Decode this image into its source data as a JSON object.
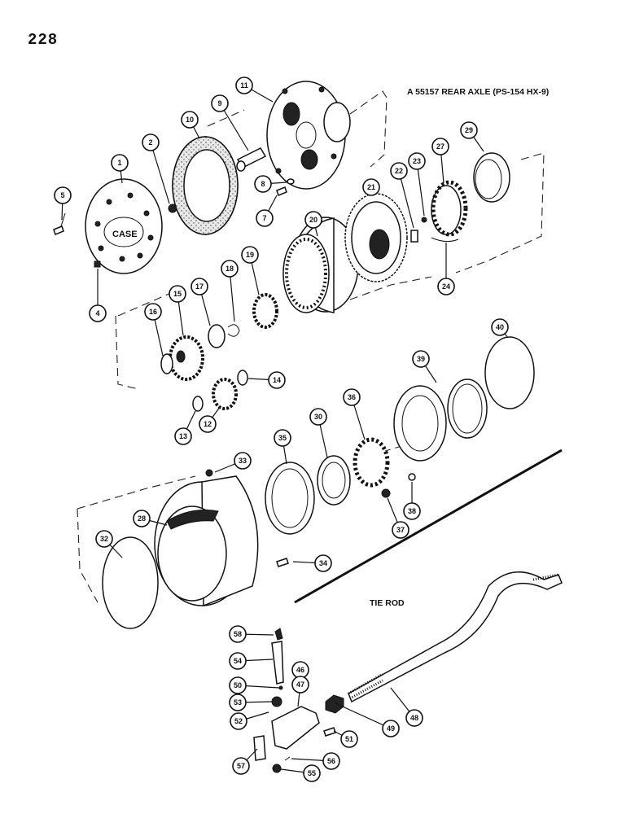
{
  "page_number": "228",
  "section_title": "A 55157 REAR AXLE (PS-154 HX-9)",
  "tie_rod_title": "TIE ROD",
  "hub_logo": "CASE",
  "callouts": [
    "1",
    "2",
    "4",
    "5",
    "7",
    "8",
    "9",
    "10",
    "11",
    "12",
    "13",
    "14",
    "15",
    "16",
    "17",
    "18",
    "19",
    "20",
    "21",
    "22",
    "23",
    "24",
    "27",
    "28",
    "29",
    "30",
    "32",
    "33",
    "34",
    "35",
    "36",
    "37",
    "38",
    "39",
    "40",
    "46",
    "47",
    "48",
    "49",
    "50",
    "51",
    "52",
    "53",
    "54",
    "55",
    "56",
    "57",
    "58"
  ]
}
